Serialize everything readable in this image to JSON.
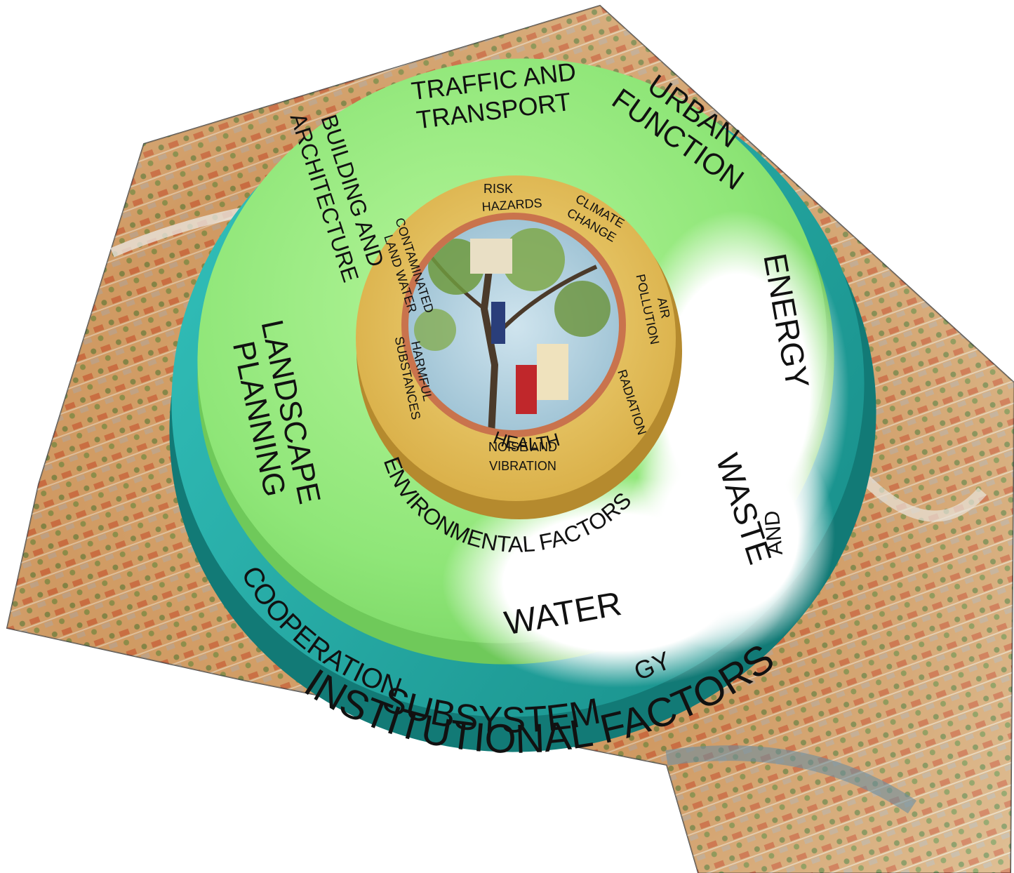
{
  "diagram": {
    "outer_ring": {
      "text": "INSTITUTIONAL FACTORS",
      "color": "#2bb8b2"
    },
    "subsystem_ring": {
      "text": "SUBSYSTEM",
      "color": "#1f9e99"
    },
    "cooperation": {
      "text": "COOPERATION",
      "text2": "GY",
      "text3": "AND"
    },
    "main_disk": {
      "color": "#90e87a",
      "labels": {
        "traffic_1": "TRAFFIC AND",
        "traffic_2": "TRANSPORT",
        "urban_1": "URBAN",
        "urban_2": "FUNCTION",
        "energy": "ENERGY",
        "waste": "WASTE",
        "water": "WATER",
        "landscape_1": "LANDSCAPE",
        "landscape_2": "PLANNING",
        "building_1": "BUILDING AND",
        "building_2": "ARCHITECTURE"
      }
    },
    "inner_ring": {
      "color": "#e8c35c",
      "label": "ENVIRONMENTAL FACTORS",
      "health": "HEALTH",
      "factors": {
        "risk_1": "RISK",
        "risk_2": "HAZARDS",
        "climate_1": "CLIMATE",
        "climate_2": "CHANGE",
        "air_1": "AIR",
        "air_2": "POLLUTION",
        "radiation": "RADIATION",
        "noise_1": "NOISE AND",
        "noise_2": "VIBRATION",
        "harmful_1": "HARMFUL",
        "harmful_2": "SUBSTANCES",
        "land_1": "CONTAMINATED",
        "land_2": "LAND WATER"
      }
    }
  }
}
